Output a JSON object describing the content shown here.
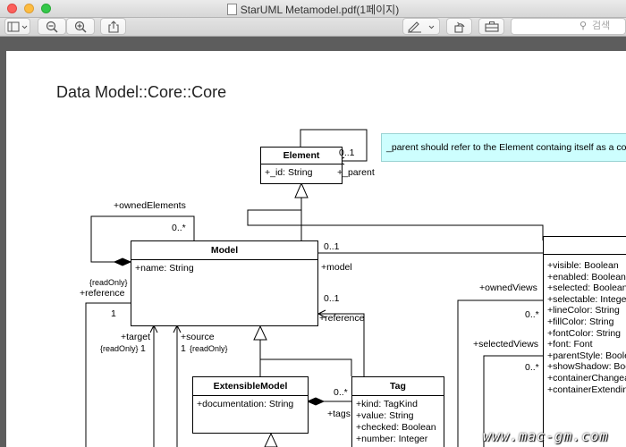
{
  "window": {
    "title": "StarUML Metamodel.pdf(1페이지)"
  },
  "toolbar": {
    "sidebar_icon": "sidebar-icon",
    "zoom_out_icon": "zoom-out-icon",
    "zoom_in_icon": "zoom-in-icon",
    "share_icon": "share-icon",
    "markup_icon": "pen-icon",
    "rotate_icon": "rotate-icon",
    "toolbox_icon": "toolbox-icon",
    "search_placeholder": "검색"
  },
  "document": {
    "page_title": "Data Model::Core::Core",
    "note_text": "_parent should refer to the Element containg itself as a com",
    "classes": {
      "element": {
        "name": "Element",
        "attrs": [
          "+_id: String"
        ]
      },
      "model": {
        "name": "Model",
        "attrs": [
          "+name: String"
        ]
      },
      "extensible_model": {
        "name": "ExtensibleModel",
        "attrs": [
          "+documentation: String"
        ]
      },
      "tag": {
        "name": "Tag",
        "attrs": [
          "+kind: TagKind",
          "+value: String",
          "+checked: Boolean",
          "+number: Integer"
        ]
      },
      "view": {
        "name": "",
        "attrs": [
          "+visible: Boolean",
          "+enabled: Boolean",
          "+selected: Boolean",
          "+selectable: Integer",
          "+lineColor: String",
          "+fillColor: String",
          "+fontColor: String",
          "+font: Font",
          "+parentStyle: Boolean",
          "+showShadow: Boolean",
          "+containerChangeable",
          "+containerExtending"
        ]
      }
    },
    "labels": {
      "mult_0_1_parent": "0..1",
      "parent_role": "+_parent",
      "owned_elements": "+ownedElements",
      "mult_0_many_owned": "0..*",
      "mult_0_1_model": "0..1",
      "model_role": "+model",
      "mult_0_1_reference": "0..1",
      "reference_role_right": "+reference",
      "read_only_1": "{readOnly}",
      "reference_role_left": "+reference",
      "mult_1_left": "1",
      "target_role": "+target",
      "read_only_2": "{readOnly}",
      "mult_1_target": "1",
      "source_role": "+source",
      "mult_1_source": "1",
      "read_only_3": "{readOnly}",
      "owned_views": "+ownedViews",
      "mult_0_many_views": "0..*",
      "selected_views": "+selectedViews",
      "mult_0_many_selected": "0..*",
      "mult_0_many_tags": "0..*",
      "tags_role": "+tags"
    }
  },
  "watermark": "www.mac-gm.com"
}
